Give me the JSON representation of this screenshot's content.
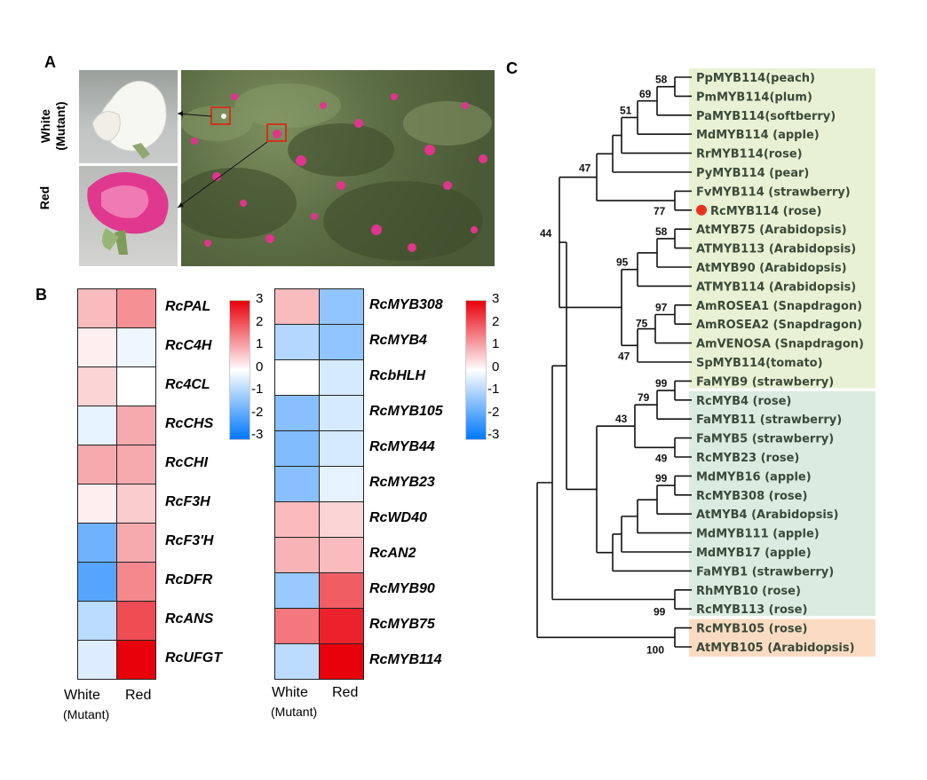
{
  "panels": {
    "a": "A",
    "b": "B",
    "c": "C"
  },
  "panel_a": {
    "label_white": "White",
    "label_mutant": "(Mutant)",
    "label_red": "Red"
  },
  "panel_b": {
    "x_labels": {
      "white": "White",
      "mutant": "(Mutant)",
      "red": "Red"
    },
    "colorbar_ticks": [
      "3",
      "2",
      "1",
      "0",
      "-1",
      "-2",
      "-3"
    ],
    "colors": {
      "high": "#e8000b",
      "mid": "#ffffff",
      "low": "#0078ff"
    }
  },
  "chart_data": [
    {
      "type": "heatmap",
      "columns": [
        "White",
        "Red"
      ],
      "rows": [
        "RcPAL",
        "RcC4H",
        "Rc4CL",
        "RcCHS",
        "RcCHI",
        "RcF3H",
        "RcF3'H",
        "RcDFR",
        "RcANS",
        "RcUFGT"
      ],
      "values": [
        [
          0.8,
          1.3
        ],
        [
          0.2,
          -0.2
        ],
        [
          0.5,
          0.0
        ],
        [
          -0.3,
          1.0
        ],
        [
          1.0,
          1.0
        ],
        [
          0.2,
          0.6
        ],
        [
          -1.7,
          1.0
        ],
        [
          -2.0,
          1.4
        ],
        [
          -0.8,
          2.1
        ],
        [
          -0.4,
          3.0
        ]
      ],
      "scale": [
        -3,
        3
      ]
    },
    {
      "type": "heatmap",
      "columns": [
        "White",
        "Red"
      ],
      "rows": [
        "RcMYB308",
        "RcMYB4",
        "RcbHLH",
        "RcMYB105",
        "RcMYB44",
        "RcMYB23",
        "RcWD40",
        "RcAN2",
        "RcMYB90",
        "RcMYB75",
        "RcMYB114"
      ],
      "values": [
        [
          0.8,
          -1.3
        ],
        [
          -0.9,
          -1.3
        ],
        [
          0.0,
          -0.5
        ],
        [
          -1.4,
          -0.5
        ],
        [
          -1.5,
          -0.5
        ],
        [
          -1.4,
          -0.3
        ],
        [
          0.8,
          0.5
        ],
        [
          0.9,
          0.8
        ],
        [
          -1.2,
          1.9
        ],
        [
          1.6,
          2.6
        ],
        [
          -0.8,
          3.0
        ]
      ],
      "scale": [
        -3,
        3
      ]
    }
  ],
  "panel_c": {
    "taxa": [
      "PpMYB114(peach)",
      "PmMYB114(plum)",
      "PaMYB114(softberry)",
      "MdMYB114 (apple)",
      "RrMYB114(rose)",
      "PyMYB114 (pear)",
      "FvMYB114 (strawberry)",
      "RcMYB114 (rose)",
      "AtMYB75 (Arabidopsis)",
      "ATMYB113 (Arabidopsis)",
      "AtMYB90 (Arabidopsis)",
      "ATMYB114 (Arabidopsis)",
      "AmROSEA1 (Snapdragon)",
      "AmROSEA2 (Snapdragon)",
      "AmVENOSA (Snapdragon)",
      "SpMYB114(tomato)",
      "FaMYB9 (strawberry)",
      "RcMYB4 (rose)",
      "FaMYB11 (strawberry)",
      "FaMYB5 (strawberry)",
      "RcMYB23 (rose)",
      "MdMYB16 (apple)",
      "RcMYB308 (rose)",
      "AtMYB4 (Arabidopsis)",
      "MdMYB111 (apple)",
      "MdMYB17 (apple)",
      "FaMYB1 (strawberry)",
      "RhMYB10 (rose)",
      "RcMYB113 (rose)",
      "RcMYB105 (rose)",
      "AtMYB105 (Arabidopsis)"
    ],
    "bootstrap": [
      "58",
      "69",
      "51",
      "47",
      "77",
      "58",
      "44",
      "95",
      "97",
      "75",
      "47",
      "99",
      "79",
      "43",
      "49",
      "99",
      "99",
      "100"
    ],
    "group_colors": {
      "green": "#e9f1d4",
      "teal": "#daece0",
      "orange": "#fbdcc2"
    },
    "marker_color": "#e8341f",
    "label_color": "#3a4a3a"
  }
}
